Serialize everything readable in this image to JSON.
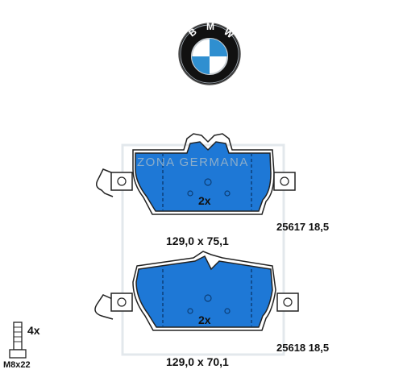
{
  "brand": {
    "logo_letters": [
      "B",
      "M",
      "W"
    ],
    "colors": {
      "ring": "#111111",
      "blue": "#2f8fd0",
      "white": "#ffffff",
      "rim": "#9aa3ab"
    }
  },
  "watermark": {
    "text": "ZONA GERMANA",
    "color": "#9fb6c8"
  },
  "pad_color": "#1e78d6",
  "pads": [
    {
      "quantity": "2x",
      "dimensions": "129,0 x 75,1",
      "part_number": "25617",
      "thickness": "18,5"
    },
    {
      "quantity": "2x",
      "dimensions": "129,0 x 70,1",
      "part_number": "25618",
      "thickness": "18,5"
    }
  ],
  "bolt": {
    "quantity": "4x",
    "size": "M8x22"
  }
}
